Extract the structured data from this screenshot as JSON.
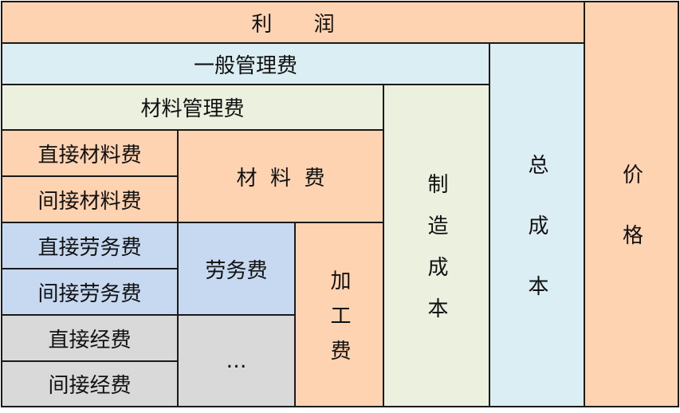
{
  "colors": {
    "orange": "#fdd3b2",
    "light_blue": "#dbeef4",
    "light_green": "#ebf1de",
    "blue": "#c7d9f1",
    "gray": "#d9d9d9",
    "border": "#1a1a1a"
  },
  "diagram": {
    "profit": "利 润",
    "general_admin_fee": "一般管理费",
    "material_admin_fee": "材料管理费",
    "direct_material_fee": "直接材料费",
    "indirect_material_fee": "间接材料费",
    "material_fee": "材  料  费",
    "direct_labor_fee": "直接劳务费",
    "indirect_labor_fee": "间接劳务费",
    "labor_fee": "劳务费",
    "direct_expense": "直接经费",
    "indirect_expense": "间接经费",
    "ellipsis": "…",
    "processing_fee": "加工费",
    "manufacturing_cost": "制造成本",
    "total_cost": "总成本",
    "price": "价格"
  }
}
